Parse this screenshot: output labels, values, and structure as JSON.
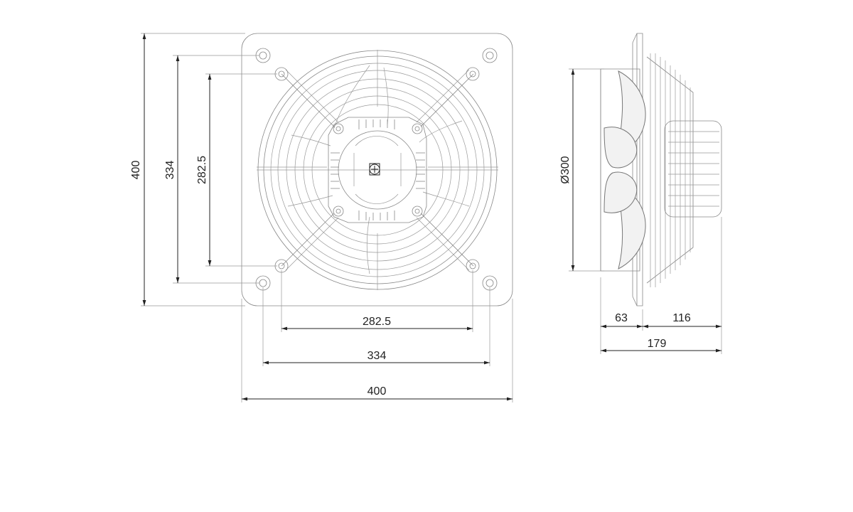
{
  "front_view": {
    "dim_height_overall": "400",
    "dim_height_hole_outer": "334",
    "dim_height_hole_inner": "282.5",
    "dim_width_hole_inner": "282.5",
    "dim_width_hole_outer": "334",
    "dim_width_overall": "400"
  },
  "side_view": {
    "dim_diameter": "Ø300",
    "dim_depth_front": "63",
    "dim_depth_rear": "116",
    "dim_depth_total": "179"
  },
  "colors": {
    "line": "#222222",
    "part": "#888888"
  }
}
